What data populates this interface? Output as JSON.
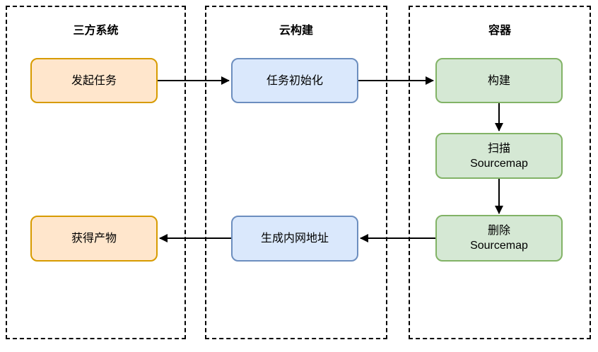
{
  "diagram": {
    "type": "flowchart",
    "lanes": [
      {
        "id": "third-party-system",
        "title": "三方系统"
      },
      {
        "id": "cloud-build",
        "title": "云构建"
      },
      {
        "id": "container",
        "title": "容器"
      }
    ],
    "nodes": [
      {
        "id": "initiate-task",
        "lane": "third-party-system",
        "color": "orange",
        "lines": [
          "发起任务"
        ]
      },
      {
        "id": "task-init",
        "lane": "cloud-build",
        "color": "blue",
        "lines": [
          "任务初始化"
        ]
      },
      {
        "id": "build",
        "lane": "container",
        "color": "green",
        "lines": [
          "构建"
        ]
      },
      {
        "id": "scan-sourcemap",
        "lane": "container",
        "color": "green",
        "lines": [
          "扫描",
          "Sourcemap"
        ]
      },
      {
        "id": "delete-sourcemap",
        "lane": "container",
        "color": "green",
        "lines": [
          "删除",
          "Sourcemap"
        ]
      },
      {
        "id": "generate-intranet-url",
        "lane": "cloud-build",
        "color": "blue",
        "lines": [
          "生成内网地址"
        ]
      },
      {
        "id": "obtain-artifacts",
        "lane": "third-party-system",
        "color": "orange",
        "lines": [
          "获得产物"
        ]
      }
    ],
    "edges": [
      {
        "from": "initiate-task",
        "to": "task-init"
      },
      {
        "from": "task-init",
        "to": "build"
      },
      {
        "from": "build",
        "to": "scan-sourcemap"
      },
      {
        "from": "scan-sourcemap",
        "to": "delete-sourcemap"
      },
      {
        "from": "delete-sourcemap",
        "to": "generate-intranet-url"
      },
      {
        "from": "generate-intranet-url",
        "to": "obtain-artifacts"
      }
    ],
    "colors": {
      "background": "#ffffff",
      "text_color": "#000000",
      "lane_border": "#000000",
      "line_color": "#000000",
      "orange_fill": "#ffe6cc",
      "orange_stroke": "#d79b00",
      "blue_fill": "#dae8fc",
      "blue_stroke": "#6c8ebf",
      "green_fill": "#d5e8d4",
      "green_stroke": "#82b366"
    }
  }
}
